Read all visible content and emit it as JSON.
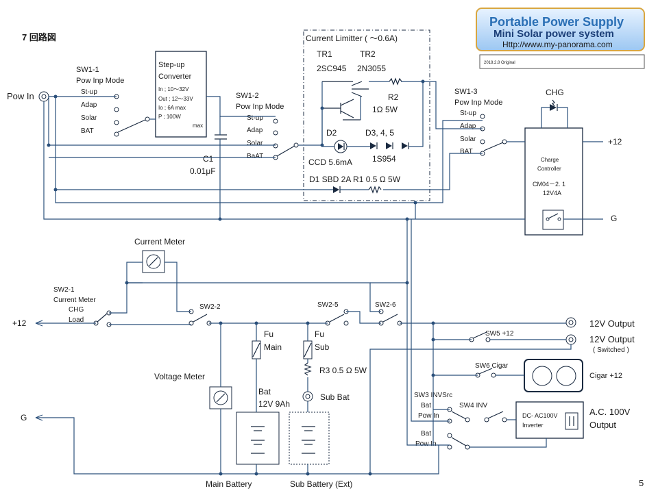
{
  "page": {
    "section": "7  回路図",
    "number": "5"
  },
  "banner": {
    "title": "Portable  Power Supply",
    "subtitle": "Mini Solar power system",
    "url": "Http://www.my-panorama.com",
    "revision": "2018.2.8   Original"
  },
  "sw1_1": {
    "title1": "SW1-1",
    "title2": "Pow Inp Mode",
    "opts": [
      "St-up",
      "Adap",
      "Solar",
      "BAT"
    ]
  },
  "pow_in": "Pow In",
  "stepup": {
    "title1": "Step-up",
    "title2": "Converter",
    "l1": "In   ; 10～32V",
    "l2": "Out ; 12～33V",
    "l3": "Io   ; 6A max",
    "l4": "P    ; 100W",
    "l5": "max"
  },
  "sw1_2": {
    "title1": "SW1-2",
    "title2": "Pow Inp Mode",
    "opts": [
      "St-up",
      "Adap",
      "Solar",
      "BaAT"
    ]
  },
  "c1": {
    "name": "C1",
    "value": "0.01μF"
  },
  "limiter": {
    "title": "Current Limitter  ( ～0.6A)",
    "tr1": "TR1",
    "tr1_part": "2SC945",
    "tr2": "TR2",
    "tr2_part": "2N3055",
    "r2": "R2",
    "r2_val": "1Ω  5W",
    "d2": "D2",
    "ccd": "CCD  5.6mA",
    "d345": "D3, 4, 5",
    "d345_part": "1S954",
    "d1_r1": "D1  SBD  2A    R1  0.5 Ω  5W"
  },
  "sw1_3": {
    "title1": "SW1-3",
    "title2": "Pow Inp Mode",
    "opts": [
      "St-up",
      "Adap",
      "Solar",
      "BAT"
    ]
  },
  "chg": "CHG",
  "controller": {
    "l1": "Charge",
    "l2": "Controller",
    "l3": "CM04－2. 1",
    "l4": "12V4A"
  },
  "plus12_top": "+12",
  "g_top": "G",
  "current_meter": "Current Meter",
  "sw2_1": {
    "l1": "SW2-1",
    "l2": "Current Meter",
    "l3": "CHG",
    "l4": "Load"
  },
  "plus12_left": "+12",
  "sw2_2": "SW2-2",
  "sw2_5": "SW2-5",
  "sw2_6": "SW2-6",
  "fu_main": {
    "l1": "Fu",
    "l2": "Main"
  },
  "fu_sub": {
    "l1": "Fu",
    "l2": "Sub"
  },
  "r3": "R3  0.5 Ω  5W",
  "sub_bat": "Sub  Bat",
  "voltage_meter": "Voltage Meter",
  "bat": {
    "l1": "Bat",
    "l2": "12V  9Ah"
  },
  "out12": "12V Output",
  "out12_sw": "12V Output",
  "out12_sw_note": "( Switched )",
  "sw5": "SW5  +12",
  "sw6": "SW6  Cigar",
  "cigar": "Cigar +12",
  "sw3": {
    "l1": "SW3  INVSrc",
    "bat": "Bat",
    "powin": "Pow In"
  },
  "sw4": "SW4   INV",
  "inverter": {
    "l1": "DC-  AC100V",
    "l2": "Inverter"
  },
  "ac_out": {
    "l1": "A.C. 100V",
    "l2": "Output"
  },
  "sw_bottom": {
    "bat": "Bat",
    "powin": "Pow In"
  },
  "g_left": "G",
  "main_battery": "Main  Battery",
  "sub_battery": "Sub  Battery  (Ext)"
}
